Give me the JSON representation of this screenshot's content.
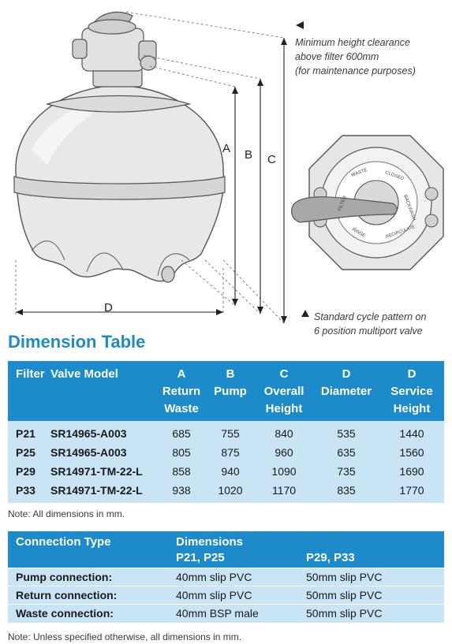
{
  "diagram": {
    "clearance_caption_lines": [
      "Minimum height clearance",
      "above filter 600mm",
      "(for maintenance purposes)"
    ],
    "cycle_caption_lines": [
      "Standard cycle pattern on",
      "6 position multiport valve"
    ],
    "dim_labels": {
      "a": "A",
      "b": "B",
      "c": "C",
      "d": "D"
    },
    "valve_positions": [
      "WASTE",
      "CLOSED",
      "BACKWASH",
      "RECIRCULATE",
      "RINSE",
      "FILTER"
    ]
  },
  "section_title": "Dimension Table",
  "dimension_table": {
    "headers": [
      {
        "lines": [
          "Filter"
        ]
      },
      {
        "lines": [
          "Valve Model"
        ]
      },
      {
        "lines": [
          "A",
          "Return",
          "Waste"
        ]
      },
      {
        "lines": [
          "B",
          "Pump"
        ]
      },
      {
        "lines": [
          "C",
          "Overall",
          "Height"
        ]
      },
      {
        "lines": [
          "D",
          "Diameter"
        ]
      },
      {
        "lines": [
          "D",
          "Service",
          "Height"
        ]
      }
    ],
    "rows": [
      {
        "filter": "P21",
        "valve": "SR14965-A003",
        "a": "685",
        "b": "755",
        "c": "840",
        "diameter": "535",
        "service": "1440"
      },
      {
        "filter": "P25",
        "valve": "SR14965-A003",
        "a": "805",
        "b": "875",
        "c": "960",
        "diameter": "635",
        "service": "1560"
      },
      {
        "filter": "P29",
        "valve": "SR14971-TM-22-L",
        "a": "858",
        "b": "940",
        "c": "1090",
        "diameter": "735",
        "service": "1690"
      },
      {
        "filter": "P33",
        "valve": "SR14971-TM-22-L",
        "a": "938",
        "b": "1020",
        "c": "1170",
        "diameter": "835",
        "service": "1770"
      }
    ]
  },
  "note1": "Note: All dimensions in mm.",
  "connection_table": {
    "header_type": "Connection Type",
    "header_dimensions": "Dimensions",
    "subheader_small": "P21, P25",
    "subheader_large": "P29, P33",
    "rows": [
      {
        "type": "Pump connection:",
        "small": "40mm slip PVC",
        "large": "50mm slip PVC"
      },
      {
        "type": "Return connection:",
        "small": "40mm slip PVC",
        "large": "50mm slip PVC"
      },
      {
        "type": "Waste connection:",
        "small": "40mm BSP male",
        "large": "50mm slip PVC"
      }
    ]
  },
  "note2": "Note: Unless specified otherwise, all dimensions in mm.",
  "colors": {
    "header_blue": "#1d8ac9",
    "row_blue": "#c9e4f5",
    "title_blue": "#1d8ac9"
  }
}
